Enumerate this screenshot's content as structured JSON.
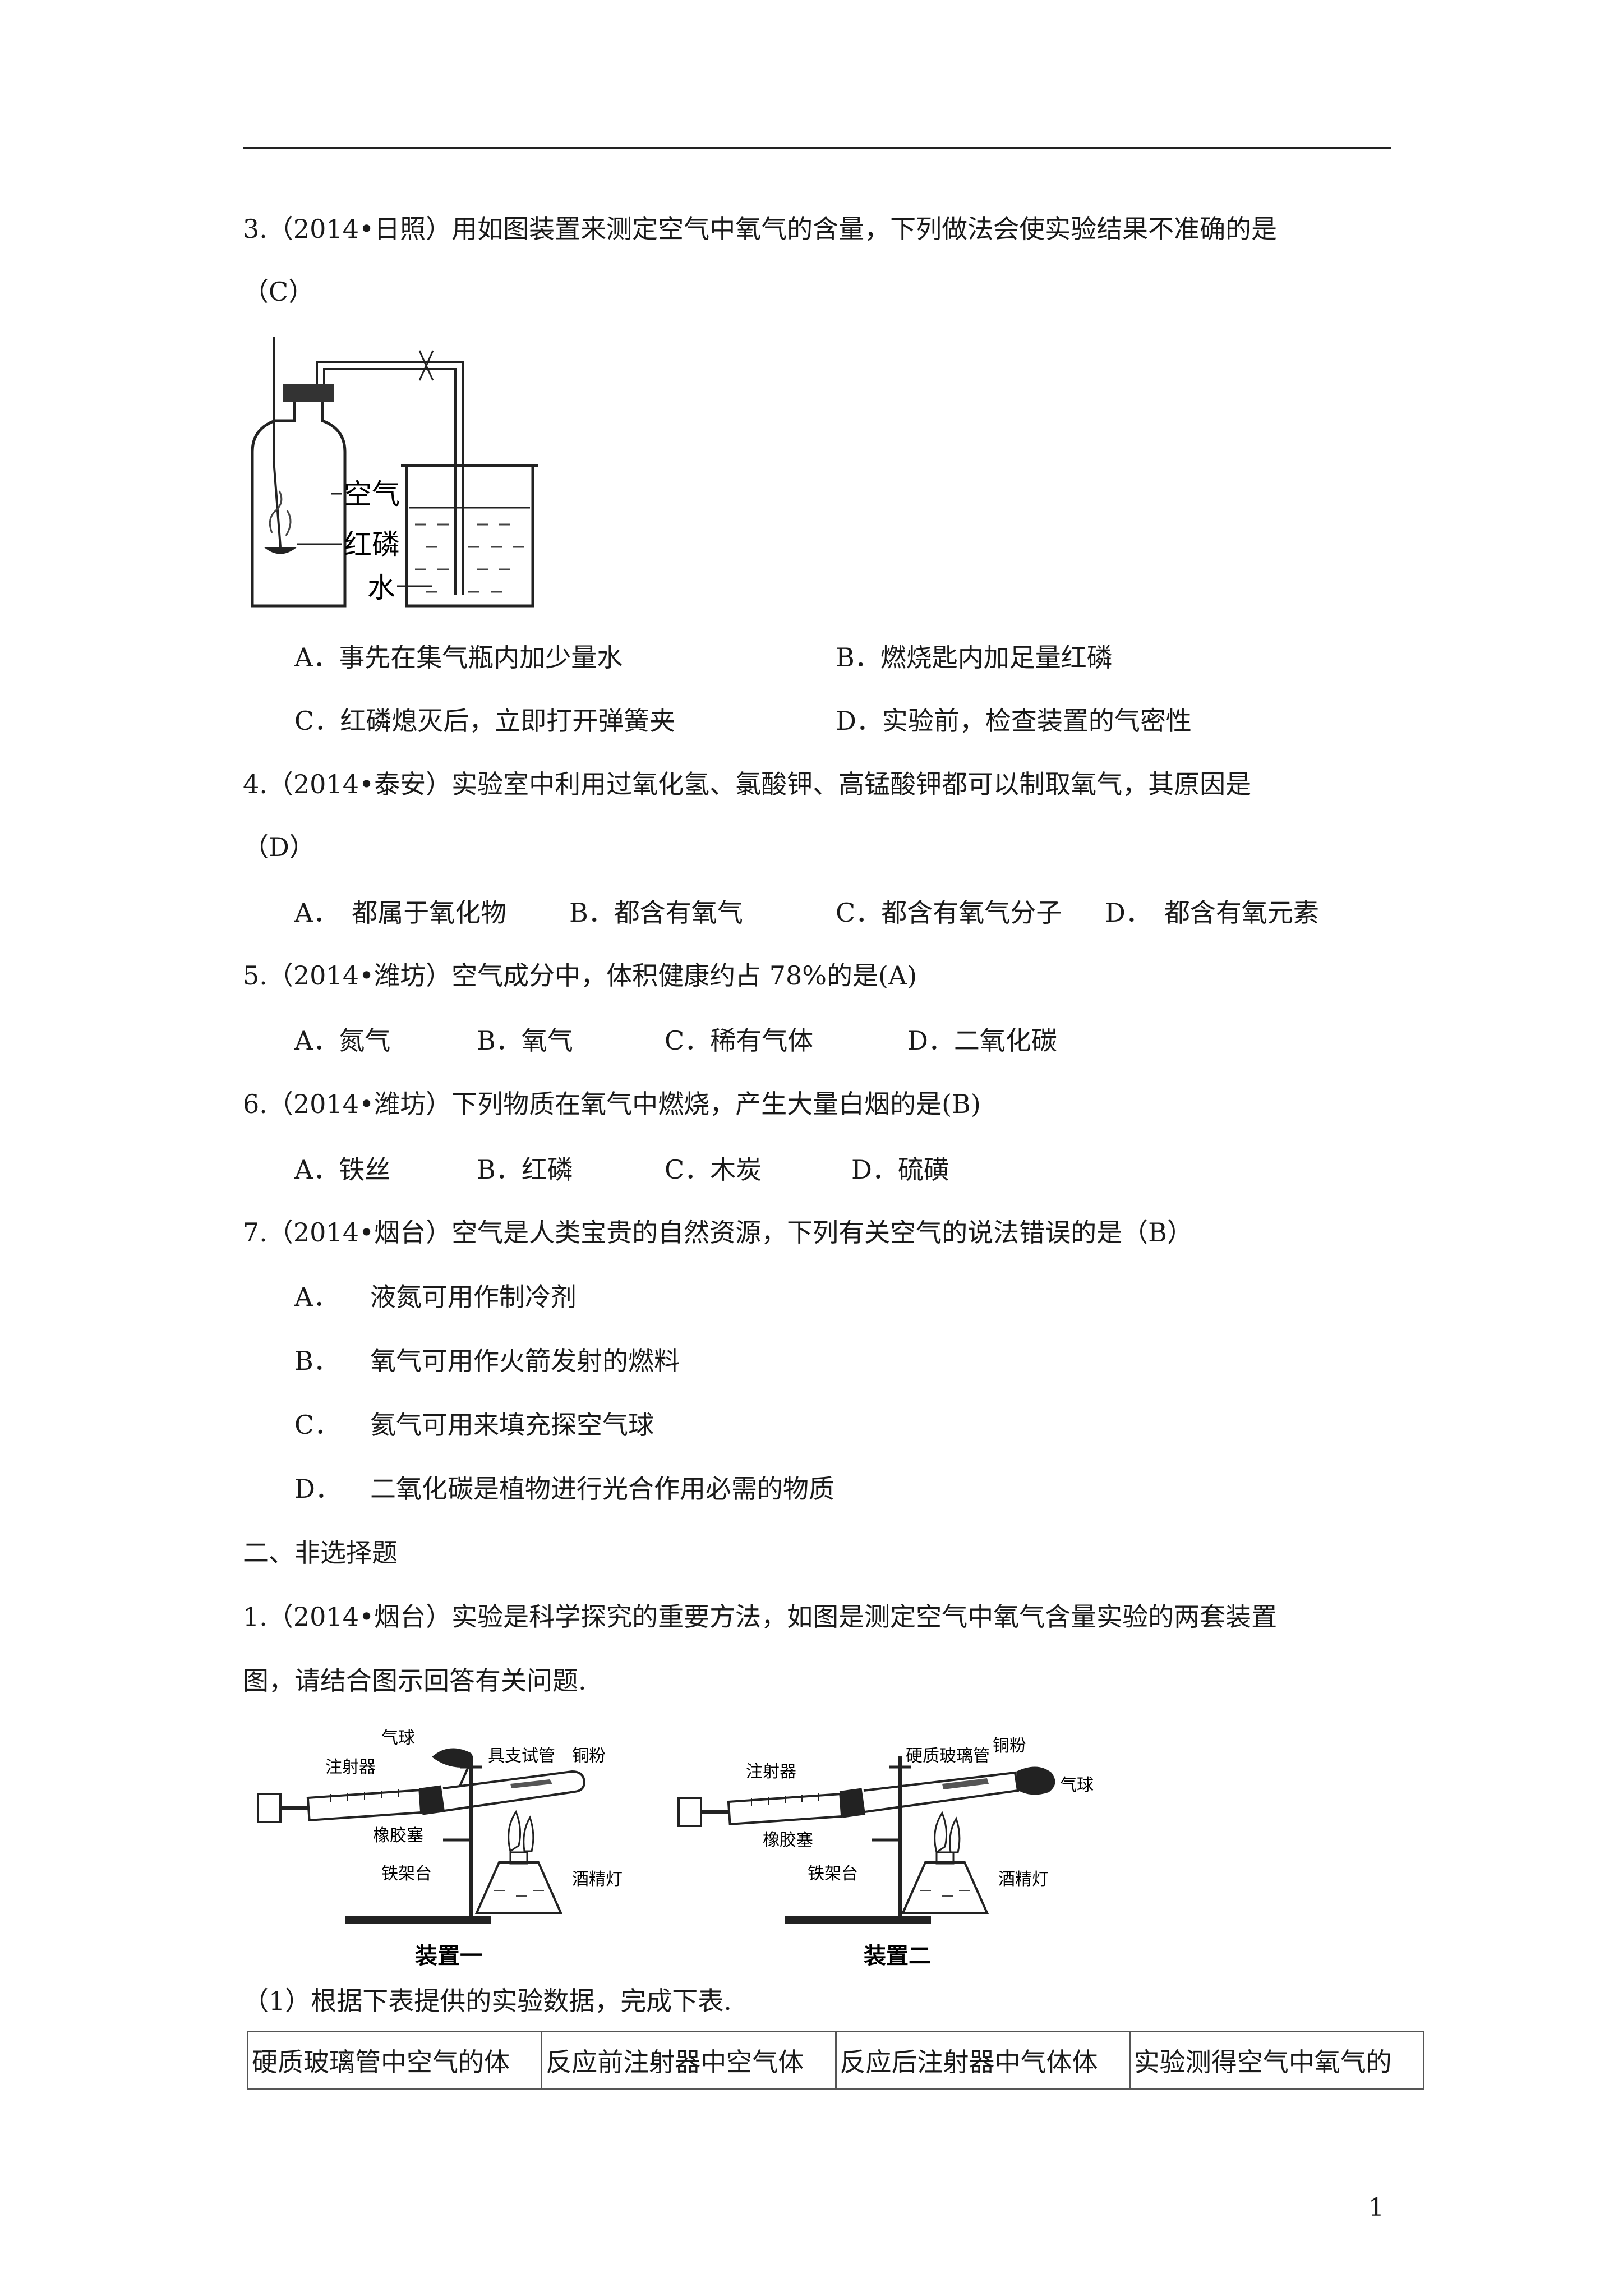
{
  "q3": {
    "stem_1": "3.（2014•日照）用如图装置来测定空气中氧气的含量，下列做法会使实验结果不准确的是",
    "stem_2": "（C）",
    "fig_labels": {
      "air": "空气",
      "phosphorus": "红磷",
      "water": "水"
    },
    "options": {
      "A": "A．事先在集气瓶内加少量水",
      "B": "B．燃烧匙内加足量红磷",
      "C": "C．红磷熄灭后，立即打开弹簧夹",
      "D": "D．实验前，检查装置的气密性"
    }
  },
  "q4": {
    "stem_1": "4.（2014•泰安）实验室中利用过氧化氢、氯酸钾、高锰酸钾都可以制取氧气，其原因是",
    "stem_2": "（D）",
    "options": {
      "A": "A．　都属于氧化物",
      "B": "B．都含有氧气",
      "C": "C．都含有氧气分子",
      "D": "D．　都含有氧元素"
    }
  },
  "q5": {
    "stem": "5.（2014•潍坊）空气成分中，体积健康约占 78%的是(A)",
    "options": {
      "A": "A．氮气",
      "B": "B．氧气",
      "C": "C．稀有气体",
      "D": "D．二氧化碳"
    }
  },
  "q6": {
    "stem": "6.（2014•潍坊）下列物质在氧气中燃烧，产生大量白烟的是(B)",
    "options": {
      "A": "A．铁丝",
      "B": "B．红磷",
      "C": "C．木炭",
      "D": "D．硫磺"
    }
  },
  "q7": {
    "stem": "7.（2014•烟台）空气是人类宝贵的自然资源，下列有关空气的说法错误的是（B）",
    "options": [
      {
        "letter": "A．",
        "text": "液氮可用作制冷剂"
      },
      {
        "letter": "B．",
        "text": "氧气可用作火箭发射的燃料"
      },
      {
        "letter": "C．",
        "text": "氦气可用来填充探空气球"
      },
      {
        "letter": "D．",
        "text": "二氧化碳是植物进行光合作用必需的物质"
      }
    ]
  },
  "section2": "二、非选择题",
  "nq1": {
    "stem_1": "1.（2014•烟台）实验是科学探究的重要方法，如图是测定空气中氧气含量实验的两套装置",
    "stem_2": "图，请结合图示回答有关问题.",
    "fig1": {
      "balloon": "气球",
      "syringe": "注射器",
      "tube": "具支试管",
      "copper": "铜粉",
      "stopper": "橡胶塞",
      "stand": "铁架台",
      "lamp": "酒精灯",
      "caption": "装置一"
    },
    "fig2": {
      "syringe": "注射器",
      "tube": "硬质玻璃管",
      "copper": "铜粉",
      "balloon": "气球",
      "stopper": "橡胶塞",
      "stand": "铁架台",
      "lamp": "酒精灯",
      "caption": "装置二"
    },
    "sub1": "（1）根据下表提供的实验数据，完成下表.",
    "table_headers": [
      "硬质玻璃管中空气的体",
      "反应前注射器中空气体",
      "反应后注射器中气体体",
      "实验测得空气中氧气的"
    ]
  },
  "page_number": "1"
}
